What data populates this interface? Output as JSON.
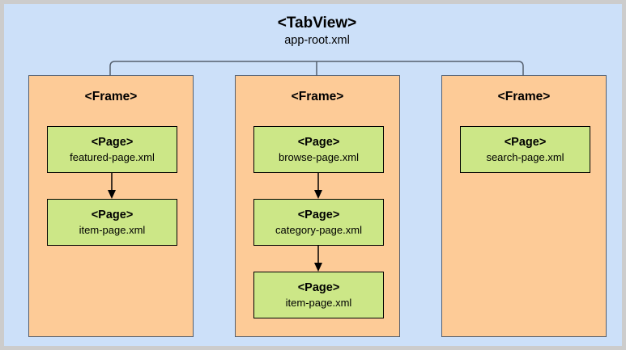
{
  "diagram": {
    "type": "hierarchy",
    "background_color": "#cce0f9",
    "outer_border_color": "#cccccc",
    "root": {
      "tag": "<TabView>",
      "file": "app-root.xml"
    },
    "frames": [
      {
        "tag": "<Frame>",
        "pages": [
          {
            "tag": "<Page>",
            "file": "featured-page.xml"
          },
          {
            "tag": "<Page>",
            "file": "item-page.xml"
          }
        ]
      },
      {
        "tag": "<Frame>",
        "pages": [
          {
            "tag": "<Page>",
            "file": "browse-page.xml"
          },
          {
            "tag": "<Page>",
            "file": "category-page.xml"
          },
          {
            "tag": "<Page>",
            "file": "item-page.xml"
          }
        ]
      },
      {
        "tag": "<Frame>",
        "pages": [
          {
            "tag": "<Page>",
            "file": "search-page.xml"
          }
        ]
      }
    ],
    "colors": {
      "frame_fill": "#fdcb97",
      "frame_stroke": "#555f6e",
      "page_fill": "#cce787",
      "page_stroke": "#000000",
      "connector_stroke": "#555f6e",
      "arrow_stroke": "#000000"
    }
  }
}
